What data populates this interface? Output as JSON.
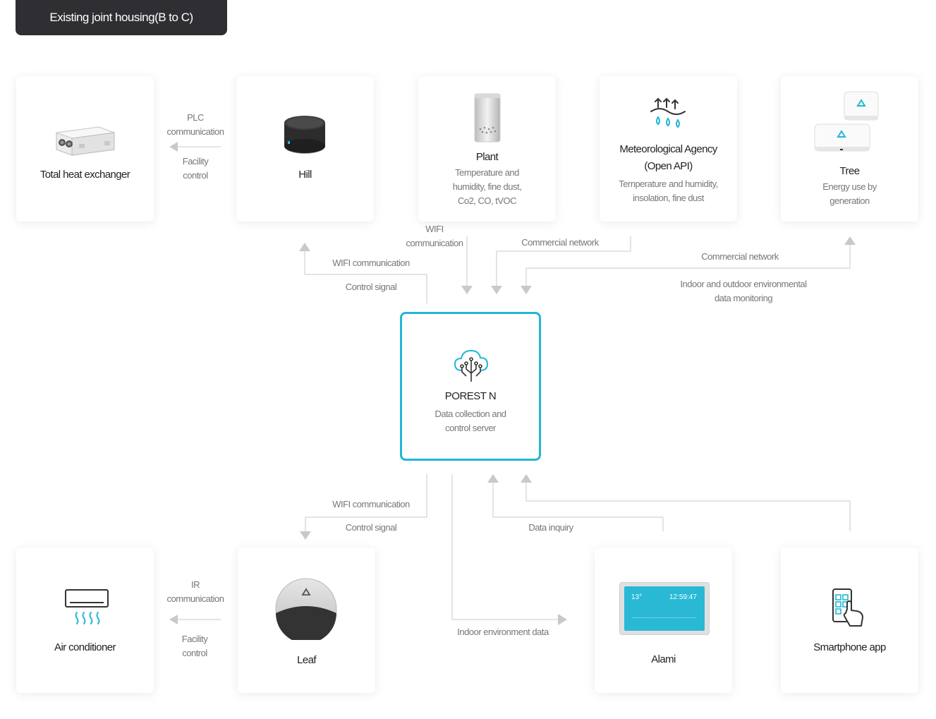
{
  "header": {
    "title": "Existing joint housing(B to C)"
  },
  "devices": {
    "heat_exchanger": {
      "name": "Total heat exchanger"
    },
    "hill": {
      "name": "Hill"
    },
    "plant": {
      "name": "Plant",
      "desc_1": "Temperature and",
      "desc_2": "humidity, fine dust,",
      "desc_3": "Co2, CO, tVOC"
    },
    "meteo": {
      "name_1": "Meteorological Agency",
      "name_2": "(Open API)",
      "desc_1": "Temperature and humidity,",
      "desc_2": "insolation, fine dust"
    },
    "tree": {
      "name": "Tree",
      "desc_1": "Energy use by",
      "desc_2": "generation"
    },
    "air_conditioner": {
      "name": "Air conditioner"
    },
    "leaf": {
      "name": "Leaf"
    },
    "alami": {
      "name": "Alami",
      "screen_temp": "13°",
      "screen_time": "12:59:47"
    },
    "smartphone": {
      "name": "Smartphone app"
    }
  },
  "server": {
    "name": "POREST N",
    "desc_1": "Data collection and",
    "desc_2": "control server"
  },
  "connections": {
    "plc_1": "PLC",
    "plc_2": "communication",
    "facility_1_a": "Facility",
    "facility_1_b": "control",
    "wifi_top_1": "WIFI",
    "wifi_top_2": "communication",
    "commercial_1": "Commercial network",
    "commercial_2": "Commercial network",
    "wifi_hill": "WIFI communication",
    "control_hill": "Control signal",
    "monitor_1": "Indoor and outdoor environmental",
    "monitor_2": "data monitoring",
    "wifi_leaf": "WIFI communication",
    "control_leaf": "Control signal",
    "data_inquiry": "Data inquiry",
    "ir_1": "IR",
    "ir_2": "communication",
    "facility_2_a": "Facility",
    "facility_2_b": "control",
    "indoor_env": "Indoor environment data"
  },
  "colors": {
    "accent": "#22b7d6",
    "line": "#c8c8c8",
    "title_bg": "#2f2f33"
  }
}
